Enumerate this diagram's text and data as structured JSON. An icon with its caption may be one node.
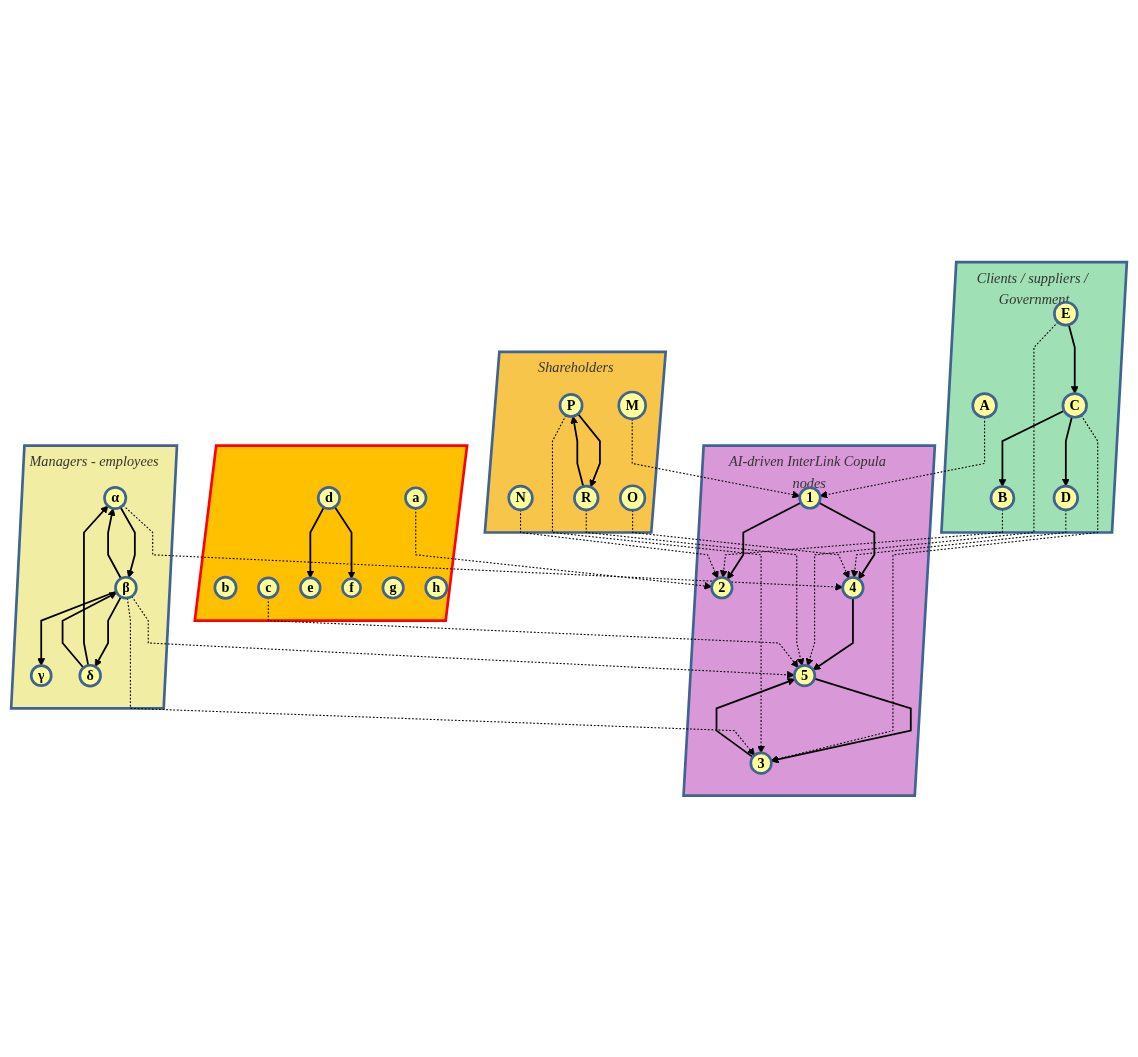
{
  "diagram": {
    "nodes": [
      {
        "text": [
          "Clients / suppliers / Government"
        ]
      },
      {
        "text": [
          "A"
        ],
        "in": 0
      },
      {
        "text": [
          "B"
        ],
        "in": 0
      },
      {
        "text": [
          "C"
        ],
        "in": 0
      },
      {
        "text": [
          "D"
        ],
        "in": 0
      },
      {
        "text": [
          "E"
        ],
        "in": 0
      },
      {
        "text": [
          "Shareholders"
        ]
      },
      {
        "text": [
          "M"
        ],
        "in": 6
      },
      {
        "text": [
          "N"
        ],
        "in": 6
      },
      {
        "text": [
          "P"
        ],
        "in": 6
      },
      {
        "text": [
          "O"
        ],
        "in": 6
      },
      {
        "text": [
          "R"
        ],
        "in": 6
      },
      {
        "text": [
          "AI-driven InterLink Copula nodes"
        ]
      },
      {
        "text": [
          "1"
        ],
        "in": 12
      },
      {
        "text": [
          "2"
        ],
        "in": 12
      },
      {
        "text": [
          "3"
        ],
        "in": 12
      },
      {
        "text": [
          "4"
        ],
        "in": 12
      },
      {
        "text": [
          "5"
        ],
        "in": 12
      },
      {
        "text": [
          "Managers - employees"
        ]
      },
      {
        "text": [
          "α"
        ],
        "in": 18
      },
      {
        "text": [
          "β"
        ],
        "in": 18
      },
      {
        "text": [
          "γ"
        ],
        "in": 18
      },
      {
        "text": [
          "δ"
        ],
        "in": 18
      },
      {
        "text": [],
        "shape": "parallelogram"
      },
      {
        "text": [
          "a"
        ],
        "in": 23
      },
      {
        "text": [
          "b"
        ],
        "in": 23
      },
      {
        "text": [
          "c"
        ],
        "in": 23
      },
      {
        "text": [
          "d"
        ],
        "in": 23
      },
      {
        "text": [
          "e"
        ],
        "in": 23
      },
      {
        "text": [
          "f"
        ],
        "in": 23
      },
      {
        "text": [
          "g"
        ],
        "in": 23
      },
      {
        "text": [
          "h"
        ],
        "in": 23
      }
    ],
    "edges": [
      {
        "from": 3,
        "to": 2,
        "arrow": "to"
      },
      {
        "from": 3,
        "to": 4,
        "arrow": "to"
      },
      {
        "from": 5,
        "to": 3,
        "arrow": "to"
      },
      {
        "from": 9,
        "to": 11,
        "arrow": "to"
      },
      {
        "from": 11,
        "to": 9,
        "arrow": "to"
      },
      {
        "from": 13,
        "to": 14,
        "arrow": "to"
      },
      {
        "from": 13,
        "to": 16,
        "arrow": "to"
      },
      {
        "from": 15,
        "to": 17,
        "arrow": "to"
      },
      {
        "from": 17,
        "to": 15,
        "arrow": "to"
      },
      {
        "from": 16,
        "to": 17,
        "arrow": "to"
      },
      {
        "from": 19,
        "to": 20,
        "arrow": "to"
      },
      {
        "from": 20,
        "to": 19,
        "arrow": "to"
      },
      {
        "from": 20,
        "to": 21,
        "arrow": "to"
      },
      {
        "from": 22,
        "to": 19,
        "arrow": "to"
      },
      {
        "from": 20,
        "to": 22,
        "arrow": "to"
      },
      {
        "from": 22,
        "to": 20,
        "arrow": "to"
      },
      {
        "from": 27,
        "to": 28,
        "arrow": "to"
      },
      {
        "from": 27,
        "to": 29,
        "arrow": "to"
      },
      {
        "from": 1,
        "to": 13,
        "arrow": "to",
        "style": "dashed"
      },
      {
        "from": 2,
        "to": 14,
        "arrow": "to",
        "style": "dashed"
      },
      {
        "from": 3,
        "to": 15,
        "arrow": "to",
        "style": "dashed"
      },
      {
        "from": 4,
        "to": 16,
        "arrow": "to",
        "style": "dashed"
      },
      {
        "from": 5,
        "to": 17,
        "arrow": "to",
        "style": "dashed"
      },
      {
        "from": 7,
        "to": 13,
        "arrow": "to",
        "style": "dashed"
      },
      {
        "from": 8,
        "to": 14,
        "arrow": "to",
        "style": "dashed"
      },
      {
        "from": 9,
        "to": 15,
        "arrow": "to",
        "style": "dashed"
      },
      {
        "from": 10,
        "to": 16,
        "arrow": "to",
        "style": "dashed"
      },
      {
        "from": 11,
        "to": 17,
        "arrow": "to",
        "style": "dashed"
      },
      {
        "from": 19,
        "to": 16,
        "arrow": "to",
        "style": "dashed"
      },
      {
        "from": 20,
        "to": 15,
        "arrow": "to",
        "style": "dashed"
      },
      {
        "from": 20,
        "to": 17,
        "arrow": "to",
        "style": "dashed"
      },
      {
        "from": 24,
        "to": 14,
        "arrow": "to",
        "style": "dashed"
      },
      {
        "from": 26,
        "to": 17,
        "arrow": "to",
        "style": "dashed"
      }
    ]
  }
}
